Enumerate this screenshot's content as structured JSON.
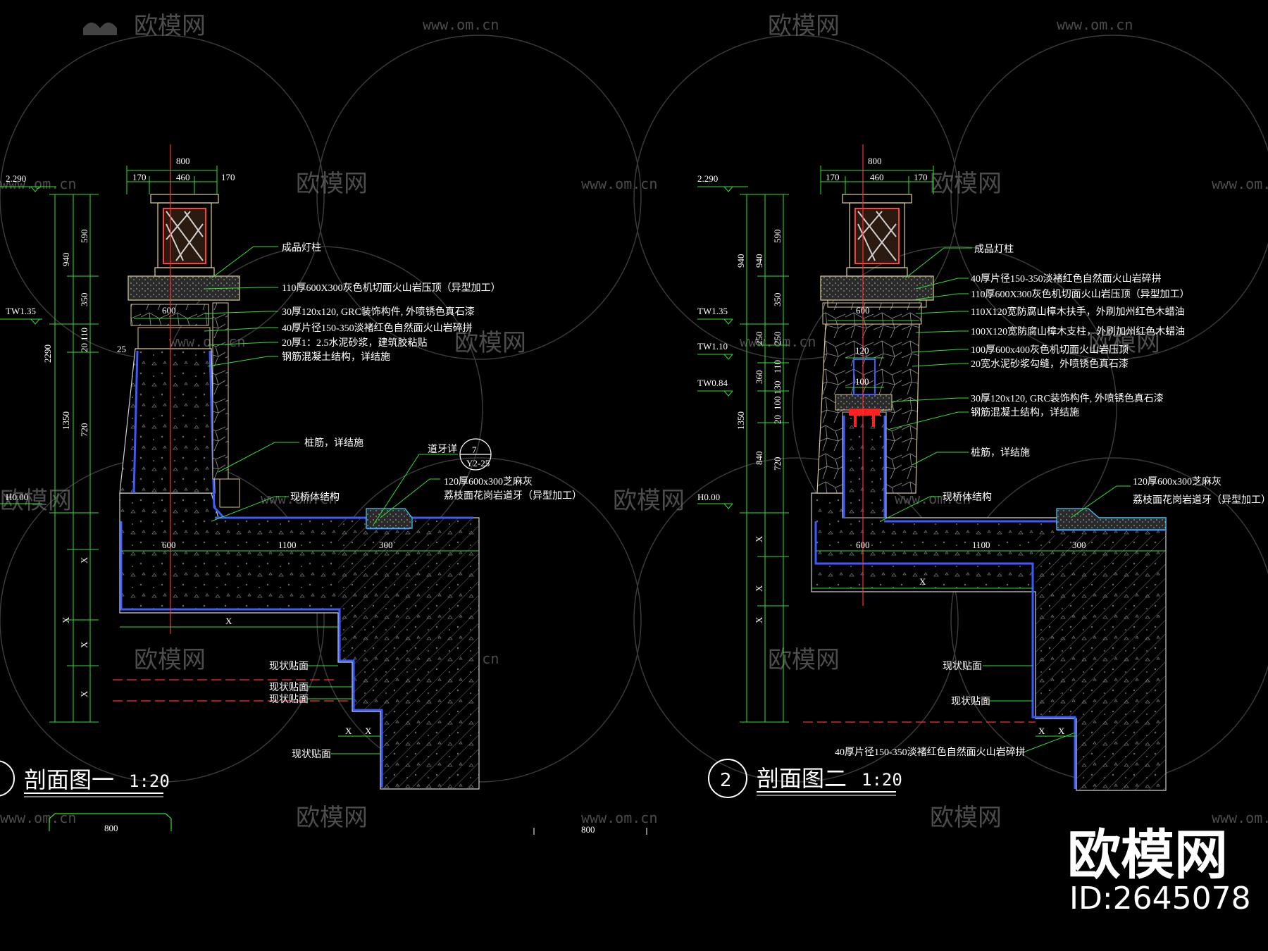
{
  "watermark": {
    "brand": "欧模网",
    "url": "www.om.cn"
  },
  "corner_brand": {
    "name": "欧模网",
    "id": "ID:2645078"
  },
  "section1": {
    "title": "剖面图一",
    "scale": "1:20",
    "levels": [
      "2.290",
      "TW1.35",
      "H0.00"
    ],
    "top_dims": [
      "800",
      "170",
      "460",
      "170"
    ],
    "side_dims": [
      "590",
      "940",
      "350",
      "110",
      "20",
      "2290",
      "1350",
      "720",
      "X",
      "X",
      "X",
      "X"
    ],
    "bottom_dims": [
      "600",
      "1100",
      "300",
      "X",
      "X",
      "X"
    ],
    "small_dims": [
      "600",
      "25"
    ],
    "callouts": [
      "成品灯柱",
      "110厚600X300灰色机切面火山岩压顶（异型加工）",
      "30厚120x120, GRC装饰构件, 外喷锈色真石漆",
      "40厚片径150-350淡褚红色自然面火山岩碎拼",
      "20厚1：2.5水泥砂浆，建筑胶粘贴",
      "钢筋混凝土结构，详结施",
      "桩筋，详结施",
      "现桥体结构",
      "120厚600x300芝麻灰",
      "荔枝面花岗岩道牙（异型加工）",
      "现状贴面",
      "现状贴面",
      "现状贴面",
      "现状贴面"
    ],
    "detail_ref": {
      "label": "道牙详",
      "num": "7",
      "sheet": "Y2-25"
    },
    "bottom_dim": "800"
  },
  "section2": {
    "num": "2",
    "title": "剖面图二",
    "scale": "1:20",
    "levels": [
      "2.290",
      "TW1.35",
      "TW1.10",
      "TW0.84",
      "H0.00"
    ],
    "top_dims": [
      "800",
      "170",
      "460",
      "170"
    ],
    "side_dims": [
      "590",
      "940",
      "350",
      "250",
      "110",
      "360",
      "130",
      "100",
      "20",
      "1350",
      "840",
      "720",
      "X",
      "X",
      "X"
    ],
    "bottom_dims": [
      "600",
      "1100",
      "300",
      "X",
      "X",
      "X"
    ],
    "small_dims": [
      "600",
      "120",
      "100"
    ],
    "callouts": [
      "成品灯柱",
      "40厚片径150-350淡褚红色自然面火山岩碎拼",
      "110厚600X300灰色机切面火山岩压顶（异型加工）",
      "110X120宽防腐山樟木扶手，外刷加州红色木蜡油",
      "100X120宽防腐山樟木支柱，外刷加州红色木蜡油",
      "100厚600x400灰色机切面火山岩压顶",
      "20宽水泥砂浆勾缝，外喷锈色真石漆",
      "30厚120x120, GRC装饰构件, 外喷锈色真石漆",
      "钢筋混凝土结构，详结施",
      "桩筋，详结施",
      "现桥体结构",
      "120厚600x300芝麻灰",
      "荔枝面花岗岩道牙（异型加工）",
      "现状贴面",
      "现状贴面",
      "40厚片径150-350淡褚红色自然面火山岩碎拼"
    ],
    "bottom_dim": "800"
  }
}
